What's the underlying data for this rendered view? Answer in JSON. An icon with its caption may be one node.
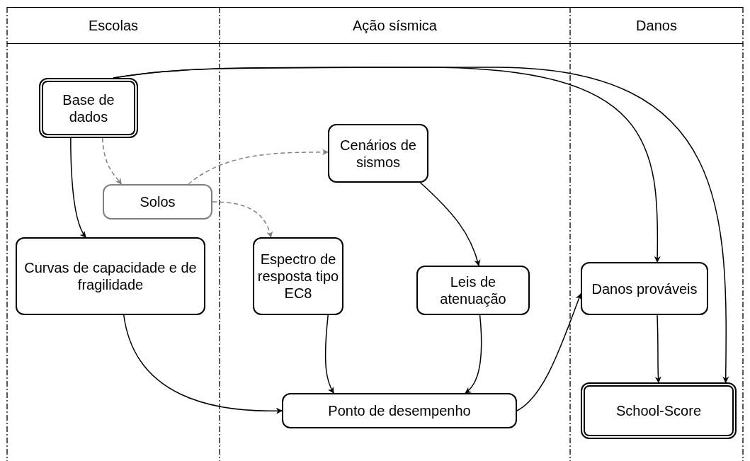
{
  "diagram": {
    "nodes": [
      {
        "text": [
          "Escolas"
        ]
      },
      {
        "text": [
          "Ação sísmica"
        ]
      },
      {
        "text": [
          "Danos"
        ]
      },
      {
        "text": [
          "Base de dados"
        ],
        "in": 0
      },
      {
        "text": [
          "Cenários de sismos"
        ],
        "in": 1
      },
      {
        "text": [
          "Solos"
        ],
        "in": 0
      },
      {
        "text": [
          "Curvas de capacidade e de fragilidade"
        ],
        "in": 0
      },
      {
        "text": [
          "Espectro de resposta tipo EC8"
        ],
        "in": 1
      },
      {
        "text": [
          "Leis de atenuação"
        ],
        "in": 1
      },
      {
        "text": [
          "Danos prováveis"
        ],
        "in": 2
      },
      {
        "text": [
          "Ponto de desempenho"
        ],
        "in": 1
      },
      {
        "text": [
          "School-Score"
        ],
        "in": 2
      }
    ],
    "edges": [
      {
        "from": 3,
        "to": 6,
        "arrow": "to"
      },
      {
        "from": 3,
        "to": 5,
        "arrow": "to",
        "style": "dashed",
        "color": "#808080"
      },
      {
        "from": 5,
        "to": 4,
        "arrow": "to",
        "style": "dashed",
        "color": "#808080"
      },
      {
        "from": 5,
        "to": 7,
        "arrow": "to",
        "style": "dashed",
        "color": "#808080"
      },
      {
        "from": 4,
        "to": 8,
        "arrow": "to"
      },
      {
        "from": 6,
        "to": 10,
        "arrow": "to"
      },
      {
        "from": 7,
        "to": 10,
        "arrow": "to"
      },
      {
        "from": 8,
        "to": 10,
        "arrow": "to"
      },
      {
        "from": 10,
        "to": 9,
        "arrow": "to"
      },
      {
        "from": 9,
        "to": 11,
        "arrow": "to"
      },
      {
        "from": 3,
        "to": 9,
        "arrow": "to"
      },
      {
        "from": 3,
        "to": 11,
        "arrow": "to"
      }
    ]
  }
}
